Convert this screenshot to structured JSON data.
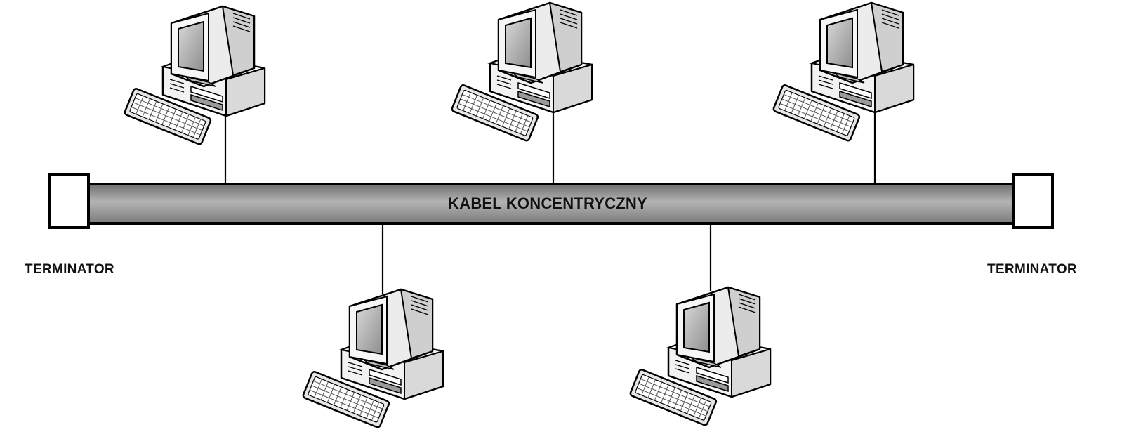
{
  "cable": {
    "label": "KABEL KONCENTRYCZNY"
  },
  "terminators": [
    {
      "label": "TERMINATOR"
    },
    {
      "label": "TERMINATOR"
    }
  ],
  "workstations": [
    {
      "icon": "computer-icon"
    },
    {
      "icon": "computer-icon"
    },
    {
      "icon": "computer-icon"
    },
    {
      "icon": "computer-icon"
    },
    {
      "icon": "computer-icon"
    }
  ],
  "colors": {
    "cable_fill": "#9a9a9a",
    "cable_outline": "#000000",
    "monitor_body": "#f0f0f0",
    "screen": "#a8a8a8"
  }
}
